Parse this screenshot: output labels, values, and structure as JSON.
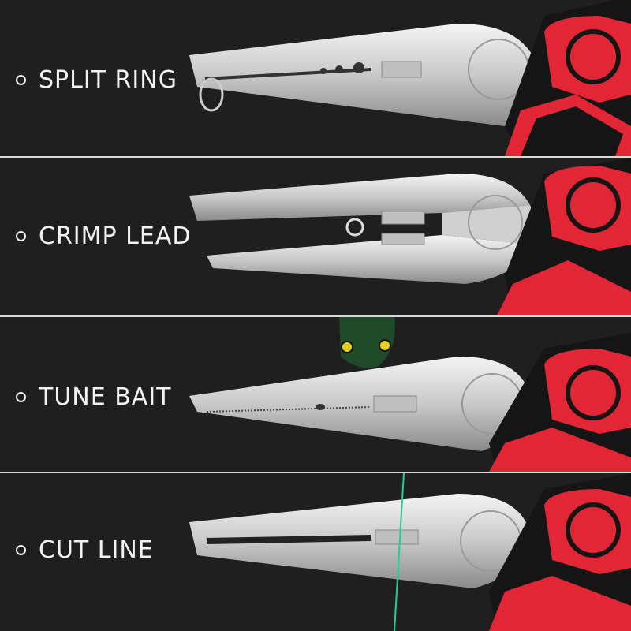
{
  "panels": [
    {
      "label": "SPLIT RING",
      "icon": "split-ring-icon"
    },
    {
      "label": "CRIMP LEAD",
      "icon": "crimp-sleeve-icon"
    },
    {
      "label": "TUNE BAIT",
      "icon": "fishing-lure-icon"
    },
    {
      "label": "CUT LINE",
      "icon": "fishing-line-icon"
    }
  ],
  "colors": {
    "background": "#1f1f1f",
    "handle_red": "#e32636",
    "handle_black": "#151515",
    "steel": "#d9d9d9",
    "divider": "#d8d8d8",
    "line_green": "#1fd08a"
  }
}
